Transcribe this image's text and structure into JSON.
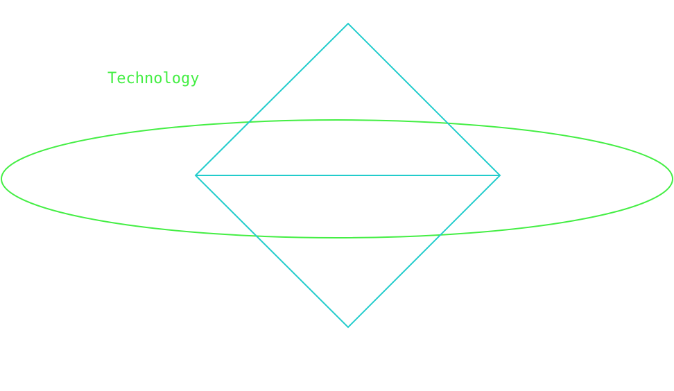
{
  "diagram": {
    "label": "Technology",
    "colors": {
      "ellipse": "#44ee44",
      "diamond": "#22cccc",
      "label": "#44ee44",
      "background": "#ffffff"
    },
    "shapes": [
      {
        "kind": "ellipse",
        "name": "outer-ellipse"
      },
      {
        "kind": "diamond",
        "name": "diamond-shape",
        "divided": "horizontal-midline"
      }
    ]
  }
}
